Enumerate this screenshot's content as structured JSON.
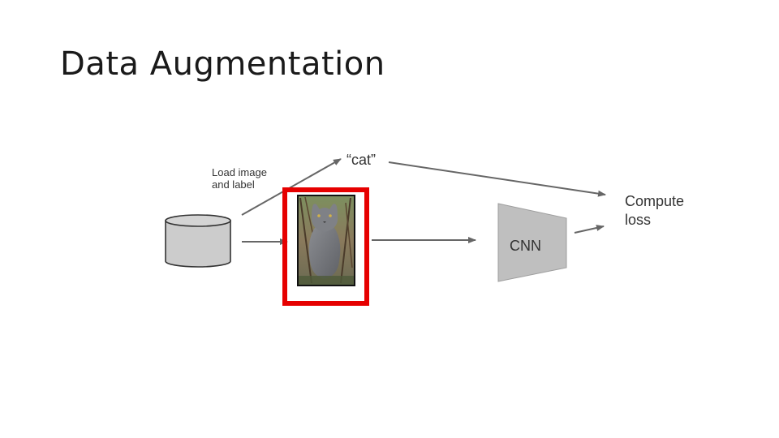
{
  "slide": {
    "title": "Data Augmentation"
  },
  "diagram": {
    "load_label_line1": "Load image",
    "load_label_line2": "and label",
    "label_text": "“cat”",
    "cnn_label": "CNN",
    "loss_label_line1": "Compute",
    "loss_label_line2": "loss",
    "colors": {
      "arrow": "#666666",
      "cylinder_fill": "#cccccc",
      "cylinder_stroke": "#333333",
      "cnn_fill": "#bfbfbf",
      "cnn_stroke": "#9e9e9e",
      "highlight_box": "#e60000"
    },
    "image_icon": "cat-photo"
  }
}
